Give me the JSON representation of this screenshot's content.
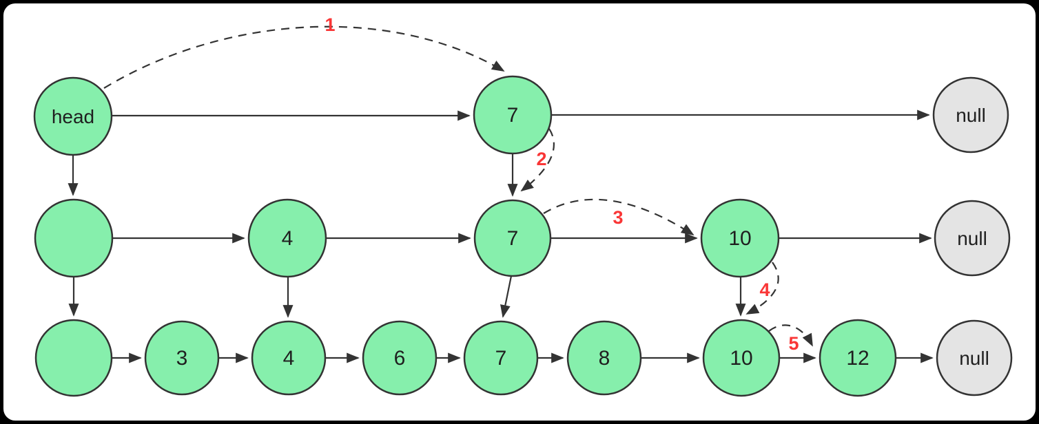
{
  "diagram": {
    "type": "skip-list-search-path",
    "levels": [
      {
        "name": "level-2",
        "nodes": [
          "head",
          "7",
          "null"
        ]
      },
      {
        "name": "level-1",
        "nodes": [
          "",
          "4",
          "7",
          "10",
          "null"
        ]
      },
      {
        "name": "level-0",
        "nodes": [
          "",
          "3",
          "4",
          "6",
          "7",
          "8",
          "10",
          "12",
          "null"
        ]
      }
    ],
    "vertical_links": [
      "head->level-1-sentinel",
      "level-1-sentinel->level-0-sentinel",
      "4(level-1)->4(level-0)",
      "7(level-2)->7(level-1)",
      "7(level-1)->7(level-0)",
      "10(level-1)->10(level-0)"
    ],
    "steps": [
      {
        "label": "1",
        "from": "head (level-2)",
        "to": "7 (level-2)"
      },
      {
        "label": "2",
        "from": "7 (level-2)",
        "to": "7 (level-1)"
      },
      {
        "label": "3",
        "from": "7 (level-1)",
        "to": "10 (level-1)"
      },
      {
        "label": "4",
        "from": "10 (level-1)",
        "to": "10 (level-0)"
      },
      {
        "label": "5",
        "from": "10 (level-0)",
        "to": "12 (level-0)"
      }
    ],
    "colors": {
      "node_fill": "#86EFAC",
      "null_fill": "#E4E4E4",
      "stroke": "#333333",
      "step_label": "#F93636",
      "canvas": "#FFFFFF",
      "frame": "#000000"
    }
  }
}
